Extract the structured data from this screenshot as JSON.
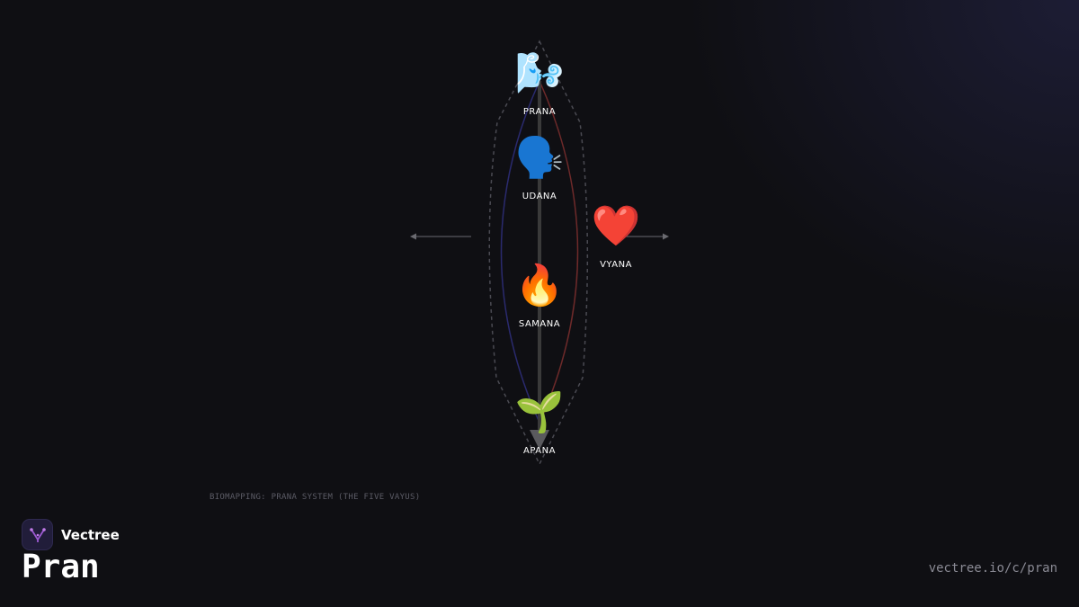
{
  "diagram": {
    "vayus": [
      {
        "emoji": "🌬️",
        "label": "PRANA"
      },
      {
        "emoji": "🗣️",
        "label": "UDANA"
      },
      {
        "emoji": "❤️",
        "label": "VYANA"
      },
      {
        "emoji": "🔥",
        "label": "SAMANA"
      },
      {
        "emoji": "🌱",
        "label": "APANA"
      }
    ],
    "caption": "BIOMAPPING: PRANA SYSTEM (THE FIVE VAYUS)",
    "colors": {
      "channel_left": "#2a2a6e",
      "channel_right": "#6e2a2a",
      "outline": "#4a4a52",
      "central_axis": "#3a3a3a",
      "arrows": "#6a6a70"
    }
  },
  "brand": {
    "name": "Vectree",
    "logo_icon": "vectree-logo-icon",
    "accent": "#9b59d0"
  },
  "page": {
    "title": "Pran",
    "url": "vectree.io/c/pran"
  }
}
